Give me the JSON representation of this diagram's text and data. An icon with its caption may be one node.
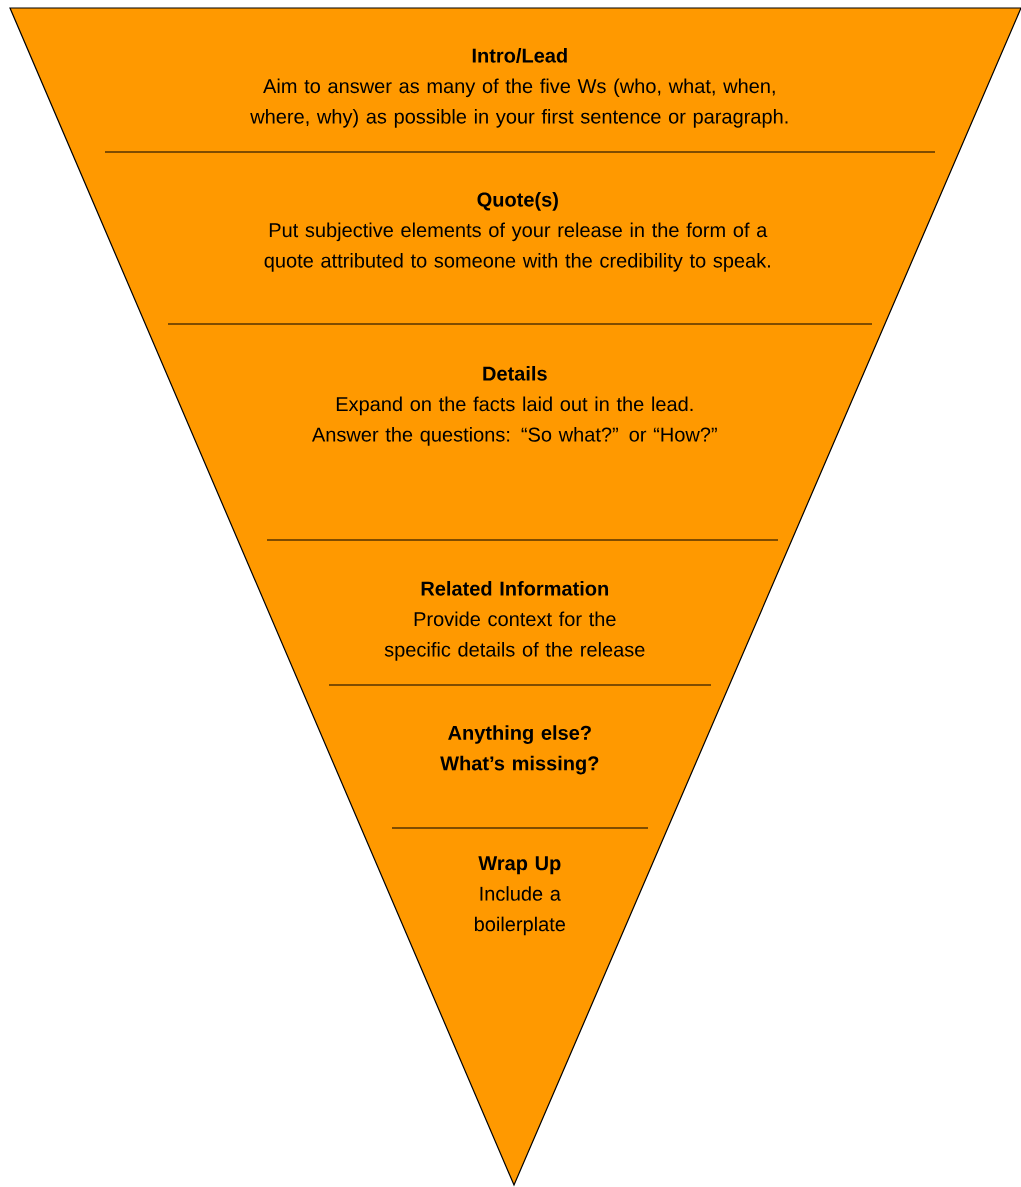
{
  "diagram": {
    "nodes": [
      {
        "text": [],
        "shape": "triangle"
      },
      {
        "text": [
          "Intro/Lead",
          "Aim to answer as many of the five Ws (who, what, when, where, why) as possible in your first sentence or paragraph."
        ],
        "in": 0
      },
      {
        "text": [
          "Quote(s)",
          "Put subjective elements of your release in the form of a quote attributed to someone with the credibility to speak."
        ],
        "in": 0
      },
      {
        "text": [
          "Details",
          "Expand on the facts laid out in the lead. Answer the questions: “So what?” or “How?”"
        ],
        "in": 0
      },
      {
        "text": [
          "Related Information",
          "Provide context for the specific details of the release"
        ],
        "in": 0
      },
      {
        "text": [
          "Anything else? What’s missing?"
        ],
        "in": 0
      },
      {
        "text": [
          "Wrap Up",
          "Include a boilerplate"
        ],
        "in": 0
      }
    ]
  }
}
